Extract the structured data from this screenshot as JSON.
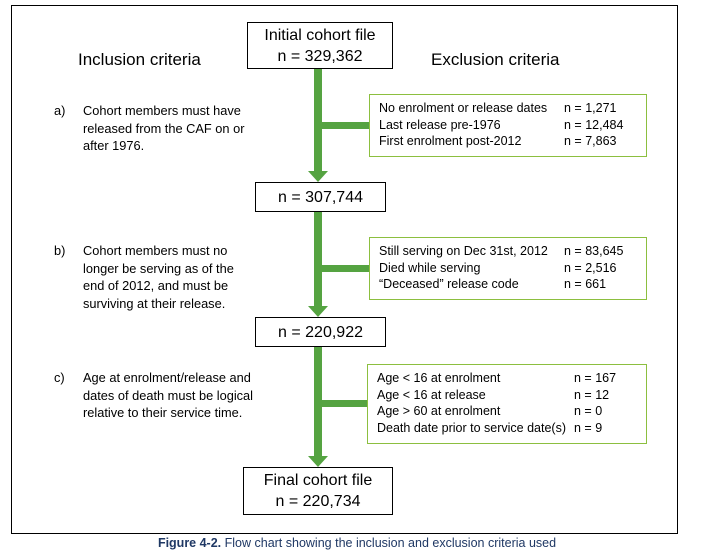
{
  "figure": {
    "caption_label": "Figure 4-2.",
    "caption_body": " Flow chart showing the inclusion and exclusion criteria used"
  },
  "headings": {
    "inclusion": "Inclusion criteria",
    "exclusion": "Exclusion criteria"
  },
  "colors": {
    "connector_green": "#55A341",
    "exclusion_border": "#8CBF3F",
    "box_border": "#000000"
  },
  "boxes": {
    "initial": {
      "title": "Initial cohort file",
      "count": "n = 329,362"
    },
    "stage1": {
      "count": "n = 307,744"
    },
    "stage2": {
      "count": "n = 220,922"
    },
    "final": {
      "title": "Final cohort file",
      "count": "n = 220,734"
    }
  },
  "inclusion_criteria": [
    {
      "marker": "a)",
      "text": "Cohort members must have released from the CAF on or after 1976."
    },
    {
      "marker": "b)",
      "text": "Cohort members must no longer be serving as of the end of 2012, and must be surviving at their release."
    },
    {
      "marker": "c)",
      "text": "Age at enrolment/release and dates of death must be logical relative to their service time."
    }
  ],
  "exclusion_groups": [
    {
      "id": "a",
      "rows": [
        {
          "label": "No enrolment or release dates",
          "count": "n = 1,271"
        },
        {
          "label": "Last release pre-1976",
          "count": "n = 12,484"
        },
        {
          "label": "First enrolment post-2012",
          "count": "n = 7,863"
        }
      ]
    },
    {
      "id": "b",
      "rows": [
        {
          "label": "Still serving on Dec 31st, 2012",
          "count": "n = 83,645"
        },
        {
          "label": "Died while serving",
          "count": "n = 2,516"
        },
        {
          "label": "“Deceased” release code",
          "count": "n = 661"
        }
      ]
    },
    {
      "id": "c",
      "rows": [
        {
          "label": "Age < 16 at enrolment",
          "count": "n = 167"
        },
        {
          "label": "Age < 16 at release",
          "count": "n = 12"
        },
        {
          "label": "Age > 60 at enrolment",
          "count": "n = 0"
        },
        {
          "label": "Death date prior to service date(s)",
          "count": "n = 9"
        }
      ]
    }
  ]
}
